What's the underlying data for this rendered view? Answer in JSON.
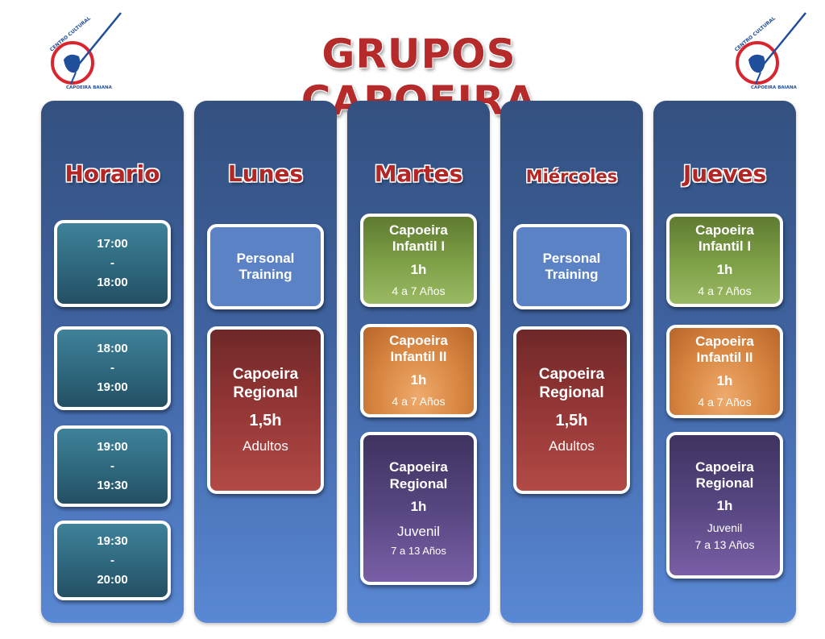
{
  "header": {
    "title": "GRUPOS CAPOEIRA",
    "logo": {
      "icon": "capoeira-berimbau-logo-icon",
      "text_top": "CENTRO CULTURAL",
      "text_bottom": "CAPOEIRA BAIANA",
      "colors": {
        "ring": "#d9262e",
        "blue": "#1f4e9b"
      }
    }
  },
  "colors": {
    "title_red": "#b52a2a",
    "column_top": "#33507f",
    "column_bottom": "#5988d4",
    "time_card": "#2f6a80",
    "personal_training": "#5a82c5",
    "regional_adultos": "#8e3333",
    "infantil_1": "#7c9e45",
    "infantil_2": "#d78540",
    "regional_juvenil": "#564680"
  },
  "columns": {
    "horario": {
      "title": "Horario",
      "slots": [
        {
          "start": "17:00",
          "sep": "-",
          "end": "18:00"
        },
        {
          "start": "18:00",
          "sep": "-",
          "end": "19:00"
        },
        {
          "start": "19:00",
          "sep": "-",
          "end": "19:30"
        },
        {
          "start": "19:30",
          "sep": "-",
          "end": "20:00"
        }
      ]
    },
    "lunes": {
      "title": "Lunes",
      "classes": [
        {
          "line1": "Personal",
          "line2": "Training"
        },
        {
          "line1": "Capoeira",
          "line2": "Regional",
          "duration": "1,5h",
          "group": "Adultos"
        }
      ]
    },
    "martes": {
      "title": "Martes",
      "classes": [
        {
          "line1": "Capoeira",
          "line2": "Infantil I",
          "duration": "1h",
          "ages": "4 a 7 Años"
        },
        {
          "line1": "Capoeira",
          "line2": "Infantil II",
          "duration": "1h",
          "ages": "4 a 7 Años"
        },
        {
          "line1": "Capoeira",
          "line2": "Regional",
          "duration": "1h",
          "group": "Juvenil",
          "ages": "7 a 13 Años"
        }
      ]
    },
    "miercoles": {
      "title": "Miércoles",
      "classes": [
        {
          "line1": "Personal",
          "line2": "Training"
        },
        {
          "line1": "Capoeira",
          "line2": "Regional",
          "duration": "1,5h",
          "group": "Adultos"
        }
      ]
    },
    "jueves": {
      "title": "Jueves",
      "classes": [
        {
          "line1": "Capoeira",
          "line2": "Infantil I",
          "duration": "1h",
          "ages": "4 a 7 Años"
        },
        {
          "line1": "Capoeira",
          "line2": "Infantil II",
          "duration": "1h",
          "ages": "4 a 7 Años"
        },
        {
          "line1": "Capoeira",
          "line2": "Regional",
          "duration": "1h",
          "group": "Juvenil",
          "ages": "7 a 13 Años"
        }
      ]
    }
  }
}
